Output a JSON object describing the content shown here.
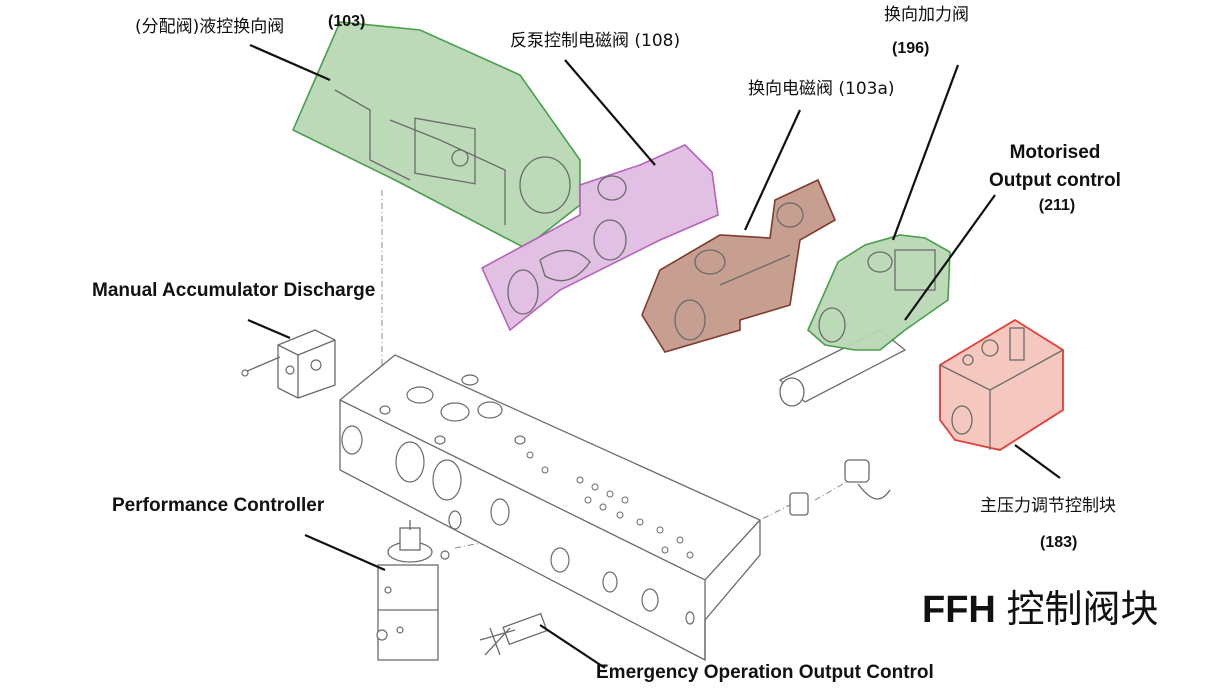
{
  "labels": {
    "directional_valve_name": "(分配阀)液控换向阀",
    "directional_valve_code": "(103)",
    "pump_solenoid": "反泵控制电磁阀 (108)",
    "reversing_solenoid": "换向电磁阀 (103a)",
    "boost_valve_name": "换向加力阀",
    "boost_valve_code": "(196)",
    "motorised_line1": "Motorised",
    "motorised_line2": "Output control",
    "motorised_code": "(211)",
    "manual_discharge": "Manual Accumulator Discharge",
    "main_pressure_name": "主压力调节控制块",
    "main_pressure_code": "(183)",
    "performance_controller": "Performance Controller",
    "emergency_output": "Emergency Operation Output Control",
    "title_latin": "FFH",
    "title_cn": "控制阀块"
  },
  "colors": {
    "green_fill": "#b9d9b5",
    "green_stroke": "#3f9a43",
    "purple_fill": "#e1bde3",
    "purple_stroke": "#b35cb8",
    "brown_fill": "#c39a8c",
    "brown_stroke": "#7a3223",
    "red_fill": "#f4c5bc",
    "red_stroke": "#e4322b",
    "line_art": "#6b6b6b"
  }
}
